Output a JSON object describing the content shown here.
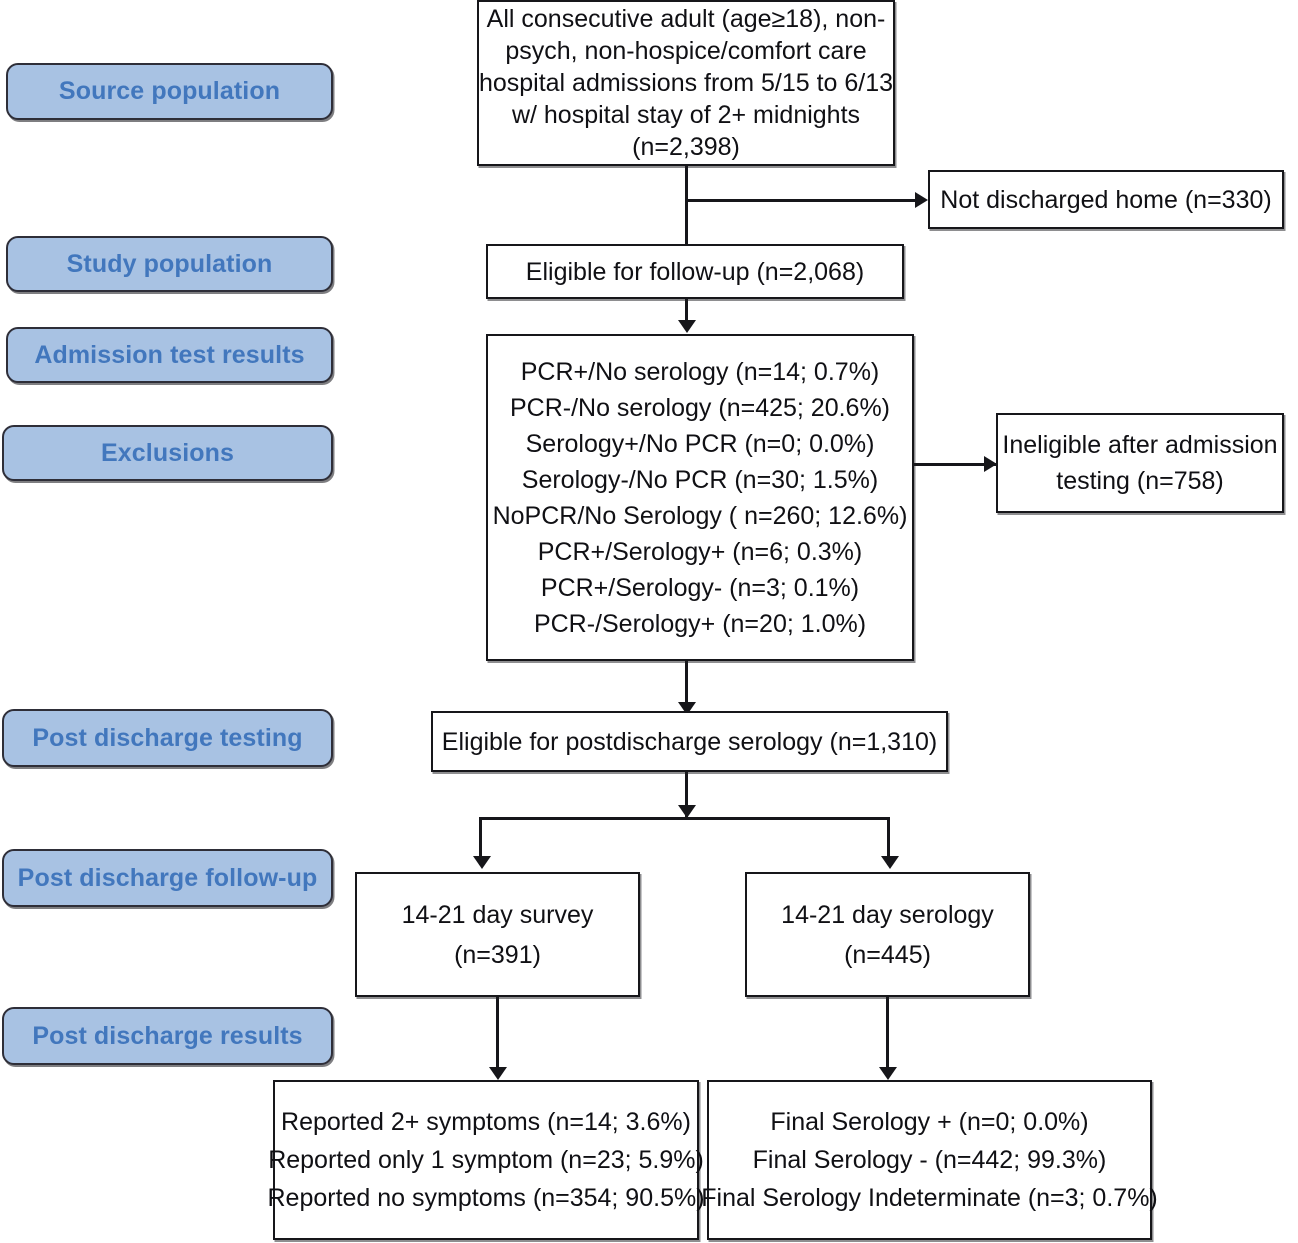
{
  "figure": {
    "type": "flowchart",
    "title": "Study enrollment and testing flow diagram"
  },
  "stage_labels": [
    {
      "id": "source-population",
      "label": "Source population"
    },
    {
      "id": "study-population",
      "label": "Study population"
    },
    {
      "id": "admission-test-results",
      "label": "Admission test results"
    },
    {
      "id": "exclusions",
      "label": "Exclusions"
    },
    {
      "id": "post-discharge-testing",
      "label": "Post discharge testing"
    },
    {
      "id": "post-discharge-follow-up",
      "label": "Post discharge follow-up"
    },
    {
      "id": "post-discharge-results",
      "label": "Post discharge results"
    }
  ],
  "nodes": {
    "source": {
      "lines": [
        "All consecutive adult (age≥18), non-",
        "psych, non-hospice/comfort care",
        "hospital admissions from 5/15 to 6/13",
        "w/ hospital stay of 2+ midnights",
        "(n=2,398)"
      ]
    },
    "not_discharged_home": {
      "lines": [
        "Not discharged home (n=330)"
      ]
    },
    "eligible_followup": {
      "lines": [
        "Eligible for follow-up (n=2,068)"
      ]
    },
    "admission_results": {
      "lines": [
        "PCR+/No serology (n=14; 0.7%)",
        "PCR-/No serology (n=425; 20.6%)",
        "Serology+/No PCR (n=0; 0.0%)",
        "Serology-/No PCR (n=30; 1.5%)",
        "NoPCR/No Serology ( n=260; 12.6%)",
        "PCR+/Serology+ (n=6; 0.3%)",
        "PCR+/Serology- (n=3; 0.1%)",
        "PCR-/Serology+ (n=20; 1.0%)"
      ]
    },
    "ineligible_after_admission": {
      "lines": [
        "Ineligible after admission",
        "testing (n=758)"
      ]
    },
    "eligible_postdischarge": {
      "lines": [
        "Eligible for postdischarge serology (n=1,310)"
      ]
    },
    "day_survey": {
      "lines": [
        "14-21 day survey",
        "(n=391)"
      ]
    },
    "day_serology": {
      "lines": [
        "14-21 day serology",
        "(n=445)"
      ]
    },
    "symptom_results": {
      "lines": [
        "Reported 2+ symptoms (n=14; 3.6%)",
        "Reported only 1 symptom (n=23; 5.9%)",
        "Reported no symptoms (n=354; 90.5%)"
      ]
    },
    "final_serology_results": {
      "lines": [
        "Final Serology + (n=0; 0.0%)",
        "Final Serology - (n=442; 99.3%)",
        "Final Serology Indeterminate (n=3; 0.7%)"
      ]
    }
  },
  "chart_data": {
    "type": "flowchart",
    "title": "Patient enrollment flow",
    "counts": {
      "source_population": 2398,
      "not_discharged_home": 330,
      "eligible_for_followup": 2068,
      "ineligible_after_admission_testing": 758,
      "eligible_for_postdischarge_serology": 1310,
      "day_14_21_survey": 391,
      "day_14_21_serology": 445
    },
    "admission_test_results": [
      {
        "label": "PCR+/No serology",
        "n": 14,
        "pct": 0.7
      },
      {
        "label": "PCR-/No serology",
        "n": 425,
        "pct": 20.6
      },
      {
        "label": "Serology+/No PCR",
        "n": 0,
        "pct": 0.0
      },
      {
        "label": "Serology-/No PCR",
        "n": 30,
        "pct": 1.5
      },
      {
        "label": "NoPCR/No Serology",
        "n": 260,
        "pct": 12.6
      },
      {
        "label": "PCR+/Serology+",
        "n": 6,
        "pct": 0.3
      },
      {
        "label": "PCR+/Serology-",
        "n": 3,
        "pct": 0.1
      },
      {
        "label": "PCR-/Serology+",
        "n": 20,
        "pct": 1.0
      }
    ],
    "symptom_results": [
      {
        "label": "Reported 2+ symptoms",
        "n": 14,
        "pct": 3.6
      },
      {
        "label": "Reported only 1 symptom",
        "n": 23,
        "pct": 5.9
      },
      {
        "label": "Reported no symptoms",
        "n": 354,
        "pct": 90.5
      }
    ],
    "final_serology_results": [
      {
        "label": "Final Serology +",
        "n": 0,
        "pct": 0.0
      },
      {
        "label": "Final Serology -",
        "n": 442,
        "pct": 99.3
      },
      {
        "label": "Final Serology Indeterminate",
        "n": 3,
        "pct": 0.7
      }
    ]
  },
  "colors": {
    "pill_fill": "#a8c2e3",
    "pill_text": "#4277bd",
    "pill_border": "#2e2e38",
    "box_border": "#16161a",
    "box_text": "#101014",
    "background": "#ffffff"
  }
}
